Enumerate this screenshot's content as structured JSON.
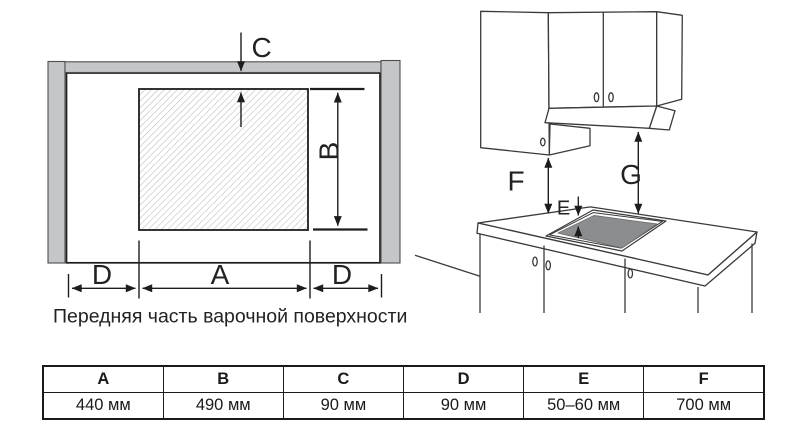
{
  "left_diagram": {
    "caption": "Передняя часть варочной поверхности",
    "labels": {
      "c": "C",
      "b": "B",
      "a": "A",
      "d_left": "D",
      "d_right": "D"
    }
  },
  "right_diagram": {
    "labels": {
      "f": "F",
      "g": "G",
      "e": "E"
    }
  },
  "dimensions_table": {
    "headers": [
      "A",
      "B",
      "C",
      "D",
      "E",
      "F"
    ],
    "values": [
      "440 мм",
      "490 мм",
      "90 мм",
      "90 мм",
      "50–60 мм",
      "700 мм"
    ]
  },
  "colors": {
    "wall_fill": "#c5c6c8",
    "hob_fill": "#8b8d8f",
    "line": "#2e2e2e",
    "hatch_line": "#b6babc"
  }
}
